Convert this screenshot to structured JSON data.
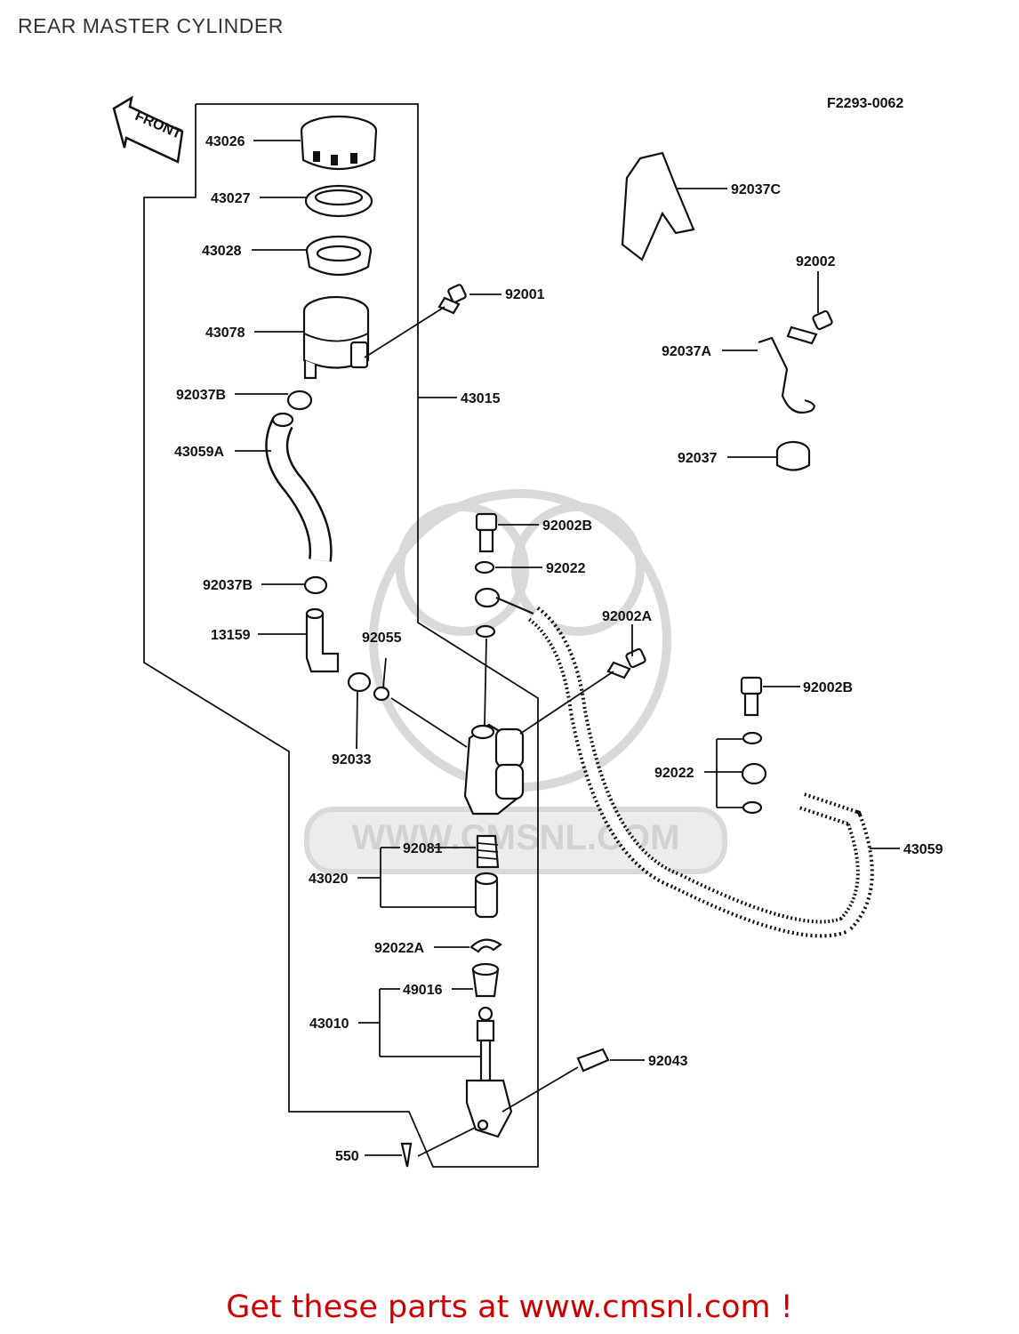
{
  "title": "REAR MASTER CYLINDER",
  "ref_code": "F2293-0062",
  "front_arrow": "FRONT",
  "watermark": "WWW.CMSNL.COM",
  "footer": "Get these parts at www.cmsnl.com !",
  "colors": {
    "footer": "#cc0000",
    "lines": "#111111",
    "watermark": "#d9d9d9"
  },
  "parts": [
    {
      "number": "43026"
    },
    {
      "number": "43027"
    },
    {
      "number": "43028"
    },
    {
      "number": "43078"
    },
    {
      "number": "92037B"
    },
    {
      "number": "43059A"
    },
    {
      "number": "92037B"
    },
    {
      "number": "13159"
    },
    {
      "number": "92001"
    },
    {
      "number": "43015"
    },
    {
      "number": "92037C"
    },
    {
      "number": "92002"
    },
    {
      "number": "92037A"
    },
    {
      "number": "92037"
    },
    {
      "number": "92002B"
    },
    {
      "number": "92022"
    },
    {
      "number": "92002A"
    },
    {
      "number": "92055"
    },
    {
      "number": "92033"
    },
    {
      "number": "92002B"
    },
    {
      "number": "92022"
    },
    {
      "number": "43059"
    },
    {
      "number": "92081"
    },
    {
      "number": "43020"
    },
    {
      "number": "92022A"
    },
    {
      "number": "49016"
    },
    {
      "number": "43010"
    },
    {
      "number": "92043"
    },
    {
      "number": "550"
    }
  ]
}
